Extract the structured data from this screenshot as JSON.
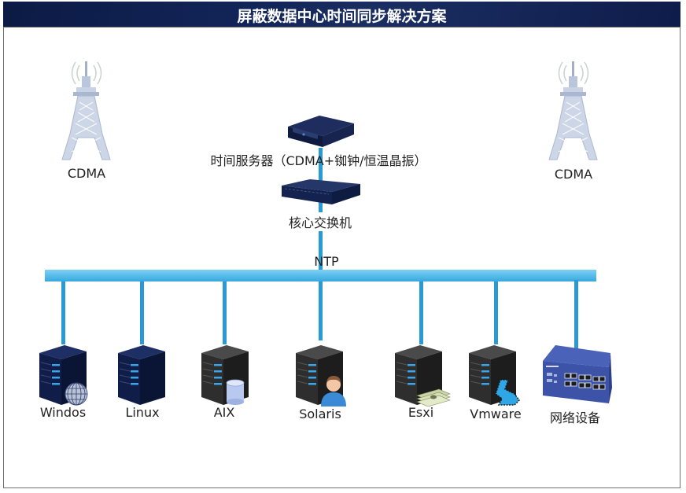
{
  "title": "屏蔽数据中心时间同步解决方案",
  "colors": {
    "title_bg": "#0e1d4c",
    "bus": "#3fb0e6",
    "link": "#2a9ad6",
    "device_dark": "#13224f",
    "server_black": "#2b2b2b",
    "frame_border": "#6e6e6e"
  },
  "towers": [
    {
      "id": "left",
      "icon": "cell-tower-icon",
      "label": "CDMA"
    },
    {
      "id": "right",
      "icon": "cell-tower-icon",
      "label": "CDMA"
    }
  ],
  "time_server": {
    "icon": "time-server-icon",
    "label": "时间服务器（CDMA+铷钟/恒温晶振）"
  },
  "core_switch": {
    "icon": "core-switch-icon",
    "label": "核心交换机"
  },
  "bus": {
    "label": "NTP"
  },
  "clients": [
    {
      "label": "Windos",
      "icon": "server-globe-icon"
    },
    {
      "label": "Linux",
      "icon": "server-icon"
    },
    {
      "label": "AIX",
      "icon": "server-database-icon"
    },
    {
      "label": "Solaris",
      "icon": "server-user-icon"
    },
    {
      "label": "Esxi",
      "icon": "server-money-icon"
    },
    {
      "label": "Vmware",
      "icon": "server-film-icon"
    },
    {
      "label": "网络设备",
      "icon": "network-switch-icon"
    }
  ]
}
